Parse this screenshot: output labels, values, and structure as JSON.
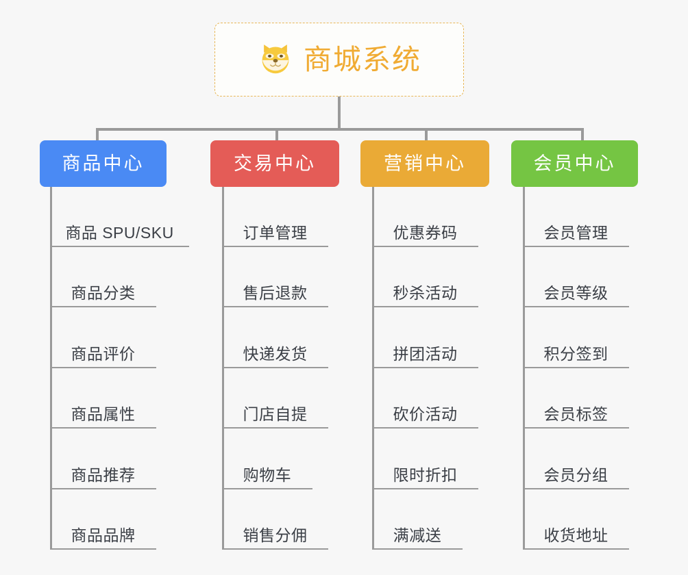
{
  "root": {
    "icon": "shiba-dog-face-emoji",
    "title": "商城系统",
    "title_color": "#f0ab33",
    "border_color": "#e8b757"
  },
  "connector_color": "#9a9a9a",
  "background_color": "#f7f7f7",
  "columns": [
    {
      "label": "商品中心",
      "color": "#4a8af4",
      "items": [
        "商品 SPU/SKU",
        "商品分类",
        "商品评价",
        "商品属性",
        "商品推荐",
        "商品品牌"
      ]
    },
    {
      "label": "交易中心",
      "color": "#e45c57",
      "items": [
        "订单管理",
        "售后退款",
        "快递发货",
        "门店自提",
        "购物车",
        "销售分佣"
      ]
    },
    {
      "label": "营销中心",
      "color": "#eaaa36",
      "items": [
        "优惠券码",
        "秒杀活动",
        "拼团活动",
        "砍价活动",
        "限时折扣",
        "满减送"
      ]
    },
    {
      "label": "会员中心",
      "color": "#75c543",
      "items": [
        "会员管理",
        "会员等级",
        "积分签到",
        "会员标签",
        "会员分组",
        "收货地址"
      ]
    }
  ]
}
